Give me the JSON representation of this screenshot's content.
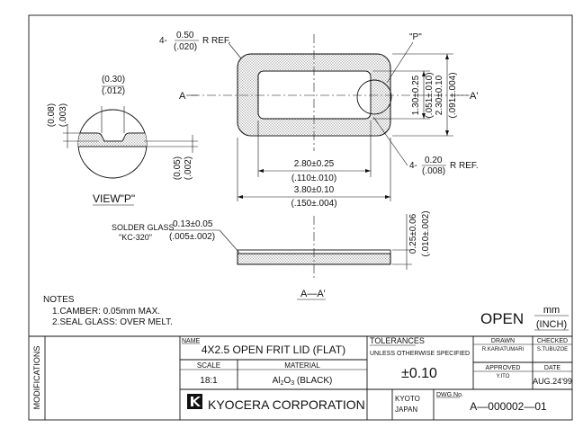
{
  "frame": {
    "modifications_label": "MODIFICATIONS"
  },
  "part_view": {
    "section_mark": "A",
    "section_mark_prime": "A'",
    "detail_callout": "\"P\"",
    "corner_radius_outer": {
      "prefix": "4-",
      "mm": "0.50",
      "inch": "(.020)",
      "suffix": "R REF."
    },
    "corner_radius_inner": {
      "prefix": "4-",
      "mm": "0.20",
      "inch": "(.008)",
      "suffix": "R REF."
    },
    "inner_width": {
      "mm": "2.80±0.25",
      "inch": "(.110±.010)"
    },
    "outer_width": {
      "mm": "3.80±0.10",
      "inch": "(.150±.004)"
    },
    "inner_height": {
      "mm": "1.30±0.25",
      "inch": "(.051±.010)"
    },
    "outer_height": {
      "mm": "2.30±0.10",
      "inch": "(.091±.004)"
    }
  },
  "detail_view": {
    "title": "VIEW\"P\"",
    "top_dim": {
      "mm": "(0.30)",
      "inch": "(.012)"
    },
    "left_dim": {
      "mm": "(0.08)",
      "inch": "(.003)"
    },
    "right_dim": {
      "mm": "(0.05)",
      "inch": "(.002)"
    }
  },
  "section_view": {
    "label": "A—A'",
    "solder_glass_label": "SOLDER GLASS",
    "solder_glass_type": "\"KC-320\"",
    "glass_thickness": {
      "mm": "0.13±0.05",
      "inch": "(.005±.002)"
    },
    "total_thickness": {
      "mm": "0.25±0.06",
      "inch": "(.010±.002)"
    }
  },
  "notes": {
    "heading": "NOTES",
    "items": [
      "1.CAMBER: 0.05mm MAX.",
      "2.SEAL GLASS: OVER MELT."
    ]
  },
  "units": {
    "big_label": "OPEN",
    "primary": "mm",
    "secondary": "(INCH)"
  },
  "title_block": {
    "name_label": "NAME",
    "name_value": "4X2.5 OPEN FRIT LID (FLAT)",
    "scale_label": "SCALE",
    "scale_value": "18:1",
    "material_label": "MATERIAL",
    "material_value": "Al2O3 (BLACK)",
    "material_base": "Al",
    "material_sub1": "2",
    "material_mid": "O",
    "material_sub2": "3",
    "material_tail": " (BLACK)",
    "tolerances_label": "TOLERANCES",
    "tolerances_note": "UNLESS OTHERWISE SPECIFIED",
    "tolerance_value": "±0.10",
    "drawn_label": "DRAWN",
    "drawn_by": "R.KARIATUMARI",
    "checked_label": "CHECKED",
    "checked_by": "S.TUBUZOE",
    "approved_label": "APPROVED",
    "approved_by": "Y.ITO",
    "date_label": "DATE",
    "date_value": "AUG.24'99",
    "company": "KYOCERA CORPORATION",
    "city": "KYOTO",
    "country": "JAPAN",
    "dwg_label": "DWG.No.",
    "dwg_no": "A—000002—01",
    "logo_icon": "kyocera-logo-icon"
  }
}
